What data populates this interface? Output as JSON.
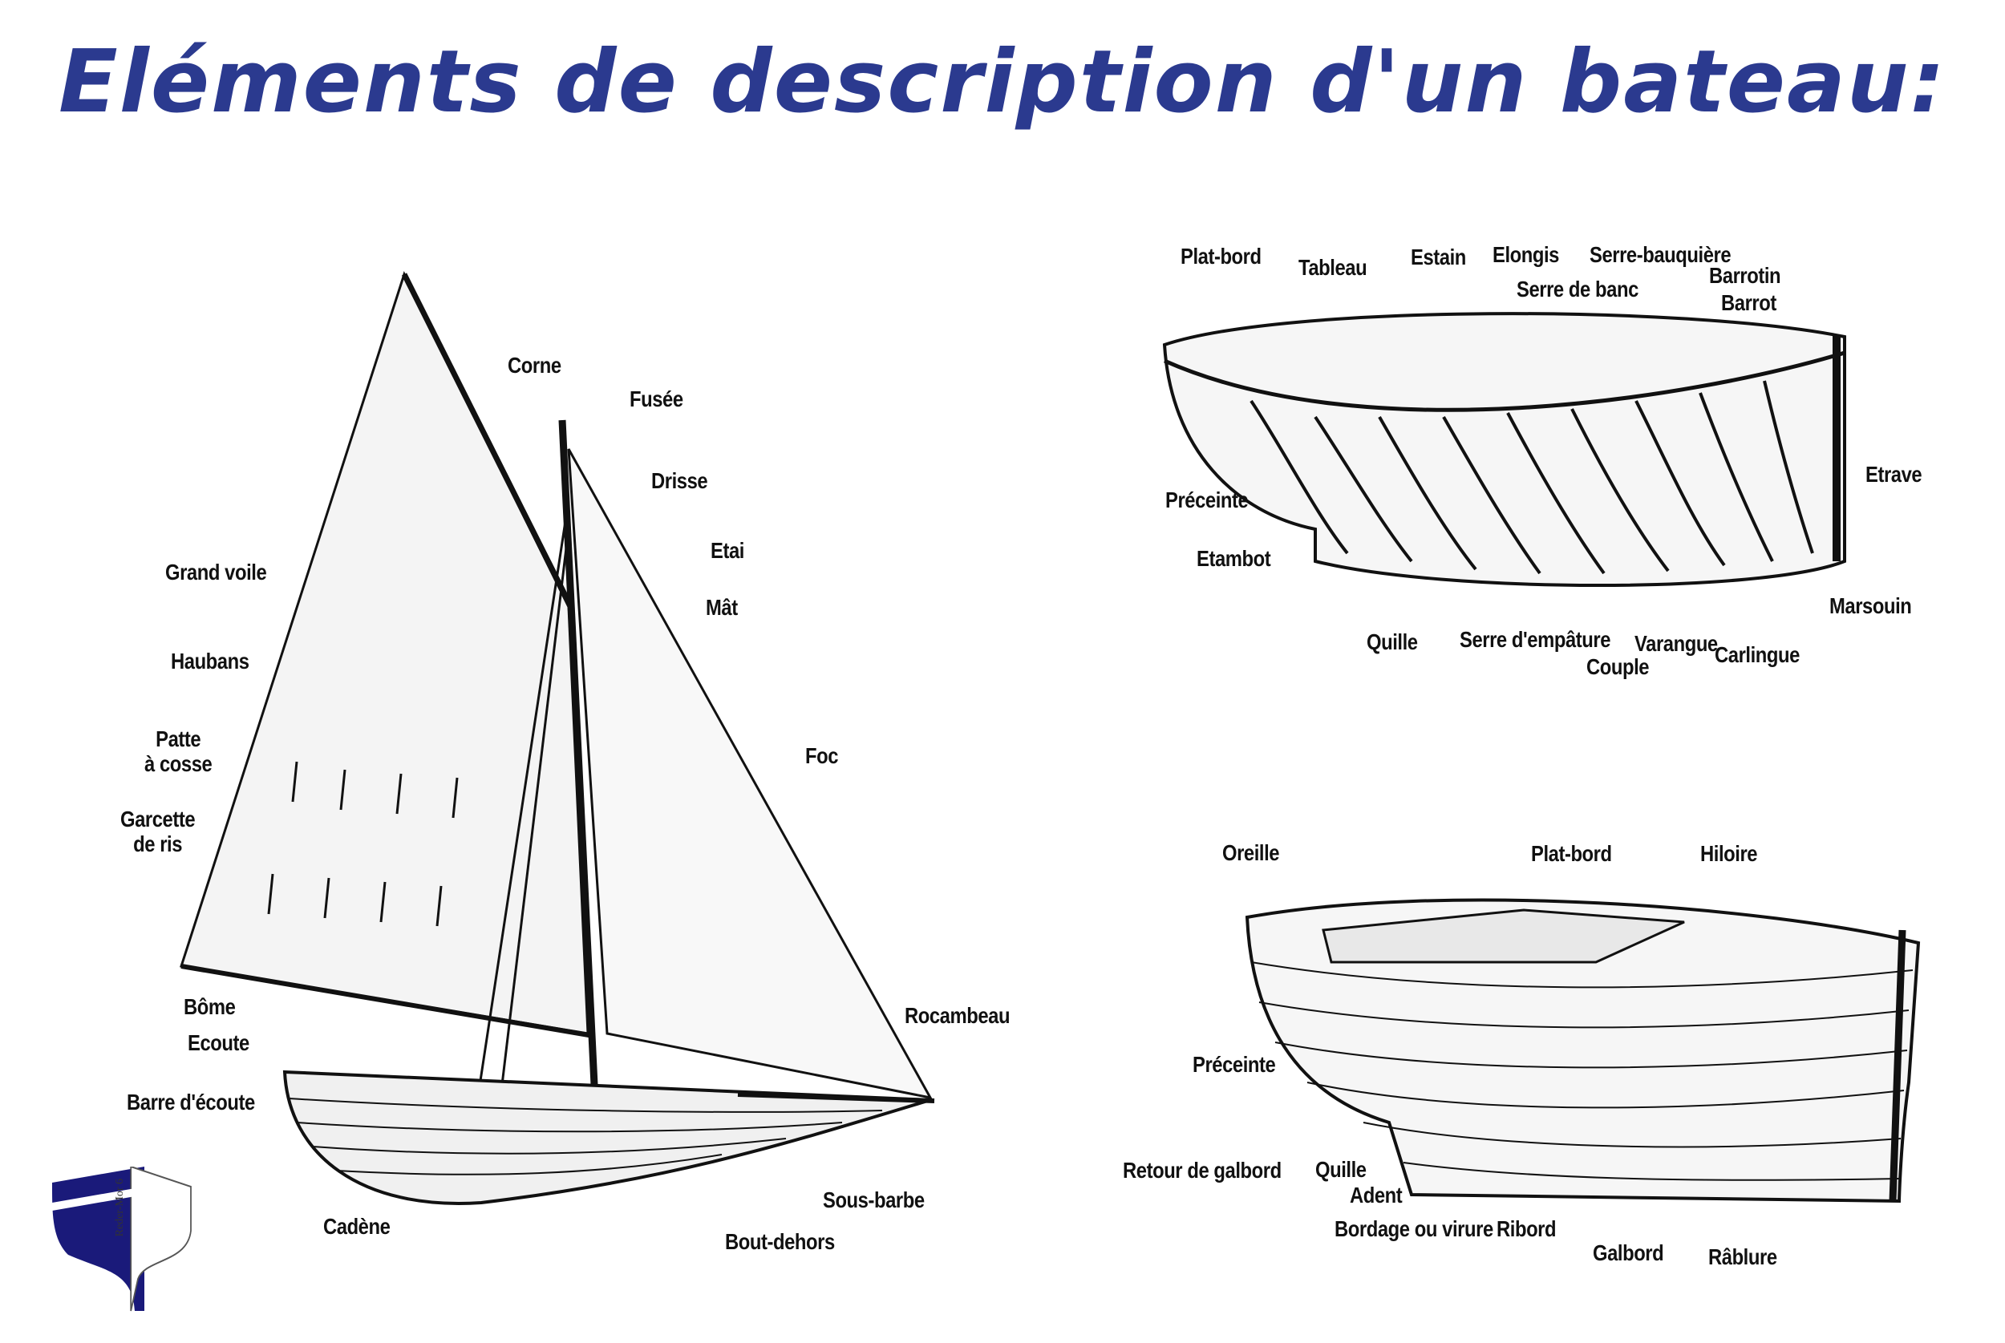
{
  "title": "Eléments de description d'un bateau:",
  "logo": {
    "text": "Reder-Mor 6",
    "color": "#1a1a7a"
  },
  "title_color": "#2b3a8f",
  "sailboat_labels": {
    "corne": "Corne",
    "fusee": "Fusée",
    "drisse": "Drisse",
    "etai": "Etai",
    "mat": "Mât",
    "grand_voile": "Grand voile",
    "haubans": "Haubans",
    "patte_a_cosse": "Patte\nà cosse",
    "garcette_de_ris": "Garcette\nde ris",
    "foc": "Foc",
    "bome": "Bôme",
    "ecoute": "Ecoute",
    "barre_d_ecoute": "Barre d'écoute",
    "rocambeau": "Rocambeau",
    "cadene": "Cadène",
    "sous_barbe": "Sous-barbe",
    "bout_dehors": "Bout-dehors"
  },
  "structure_labels": {
    "plat_bord": "Plat-bord",
    "tableau": "Tableau",
    "estain": "Estain",
    "elongis": "Elongis",
    "serre_bauquiere": "Serre-bauquière",
    "serre_de_banc": "Serre de banc",
    "barrotin": "Barrotin",
    "barrot": "Barrot",
    "etrave": "Etrave",
    "preceinte": "Préceinte",
    "etambot": "Etambot",
    "marsouin": "Marsouin",
    "quille": "Quille",
    "serre_d_empature": "Serre d'empâture",
    "varangue": "Varangue",
    "couple": "Couple",
    "carlingue": "Carlingue"
  },
  "hull_labels": {
    "oreille": "Oreille",
    "plat_bord": "Plat-bord",
    "hiloire": "Hiloire",
    "preceinte": "Préceinte",
    "retour_de_galbord": "Retour de galbord",
    "quille": "Quille",
    "adent": "Adent",
    "bordage_ou_virure": "Bordage ou virure",
    "ribord": "Ribord",
    "galbord": "Galbord",
    "rablure": "Râblure"
  }
}
